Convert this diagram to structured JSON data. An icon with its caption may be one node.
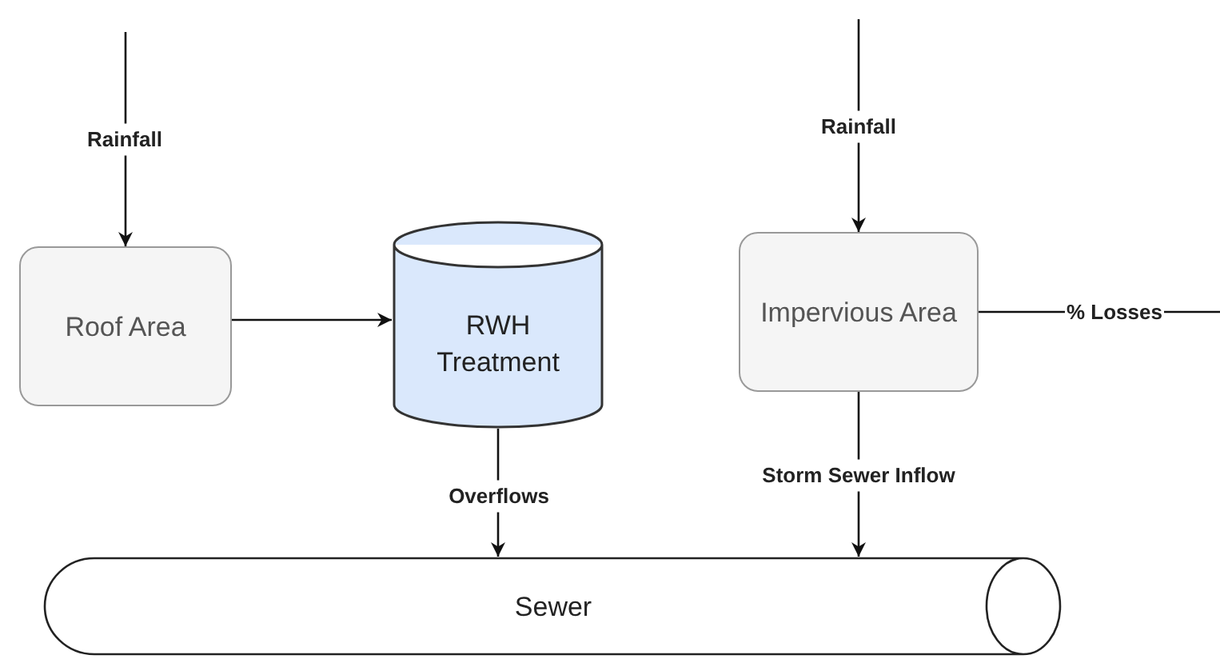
{
  "diagram": {
    "nodes": [
      {
        "text": [
          "Roof Area"
        ]
      },
      {
        "text": [
          "RWH Treatment"
        ]
      },
      {
        "text": [
          "Impervious Area"
        ]
      },
      {
        "text": [
          "Sewer"
        ]
      }
    ],
    "edges": [
      {
        "from": null,
        "to": 0,
        "arrow": "to",
        "label": "Rainfall"
      },
      {
        "from": 0,
        "to": 1,
        "arrow": "to"
      },
      {
        "from": 1,
        "to": 3,
        "arrow": "to",
        "label": "Overflows"
      },
      {
        "from": null,
        "to": 2,
        "arrow": "to",
        "label": "Rainfall"
      },
      {
        "from": 2,
        "to": null,
        "arrow": "none",
        "label": "% Losses"
      },
      {
        "from": 2,
        "to": 3,
        "arrow": "to",
        "label": "Storm Sewer Inflow"
      }
    ]
  }
}
